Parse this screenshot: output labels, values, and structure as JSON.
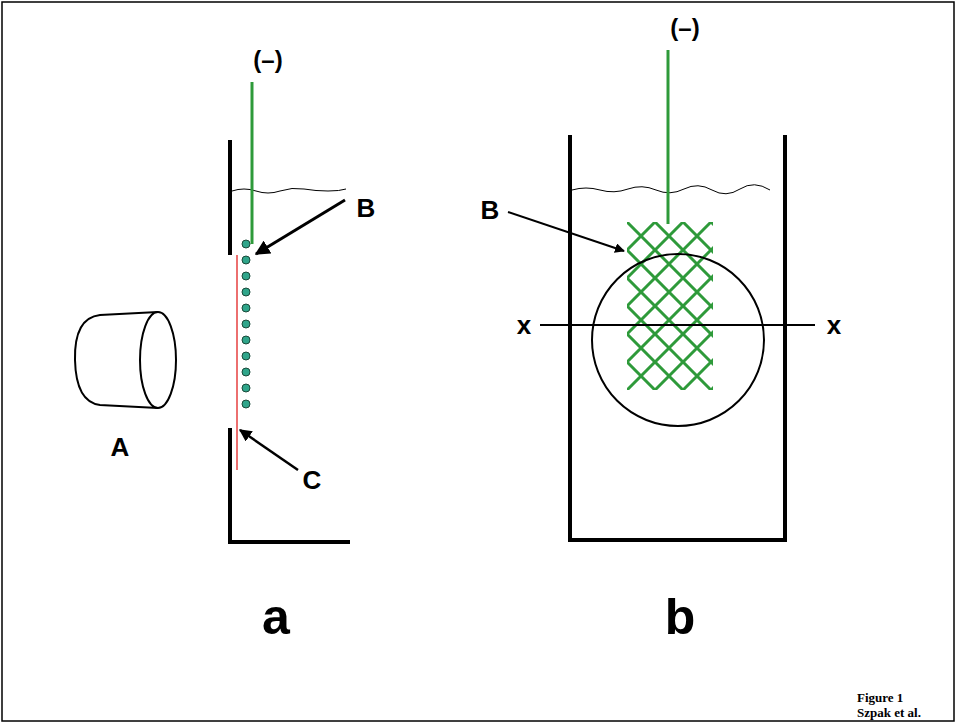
{
  "diagram": {
    "labels": [
      "(–)",
      "B",
      "A",
      "C",
      "a",
      "(–)",
      "B",
      "x",
      "x",
      "b",
      "Figure 1",
      "Szpak et al."
    ]
  }
}
